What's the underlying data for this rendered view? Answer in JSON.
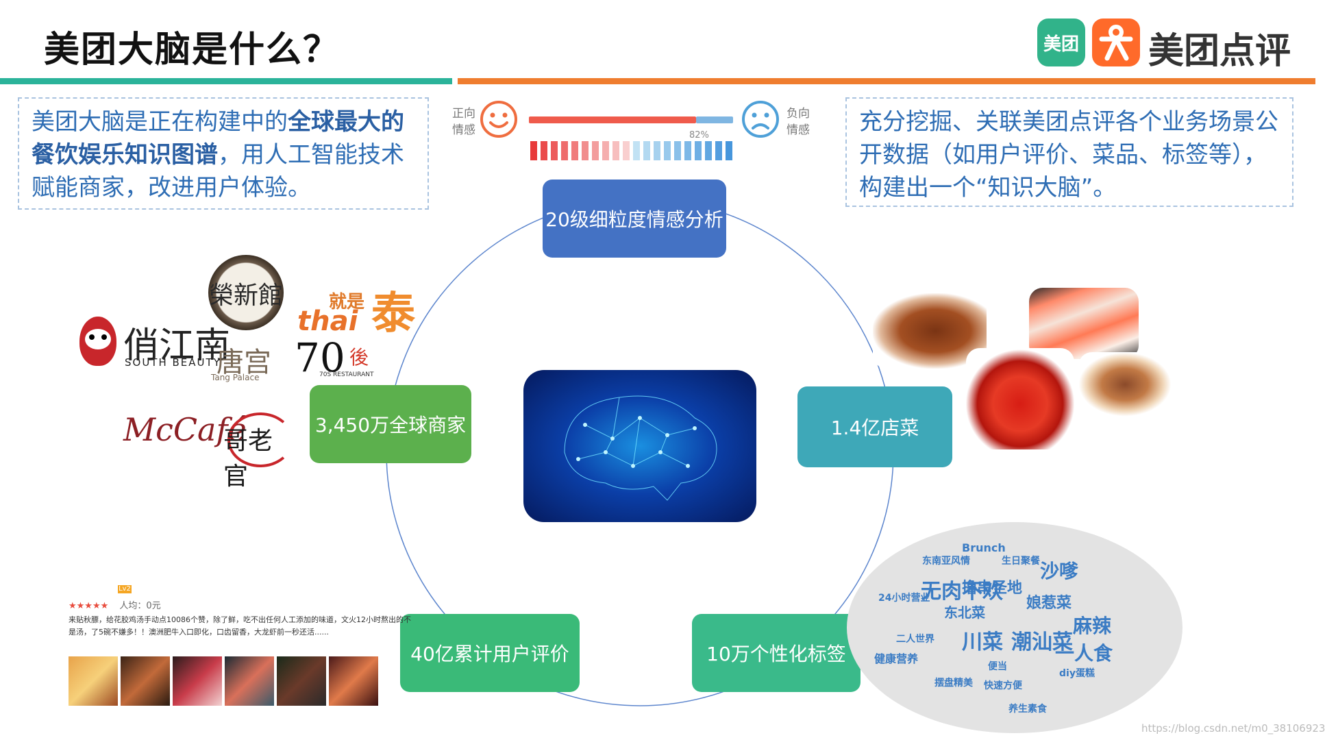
{
  "header": {
    "title": "美团大脑是什么？",
    "logo_meituan_text": "美团",
    "brand_name": "美团点评"
  },
  "left_box": {
    "text_before": "美团大脑是正在构建中的",
    "text_bold": "全球最大的餐饮娱乐知识图谱",
    "text_after": "，用人工智能技术赋能商家，改进用户体验。"
  },
  "right_box": {
    "text": "充分挖掘、关联美团点评各个业务场景公开数据（如用户评价、菜品、标签等），构建出一个“知识大脑”。"
  },
  "sentiment": {
    "positive_label_line1": "正向",
    "positive_label_line2": "情感",
    "negative_label_line1": "负向",
    "negative_label_line2": "情感",
    "percent_label": "82%",
    "positive_value": 0.82
  },
  "nodes": {
    "top": "20级细粒度情感分析",
    "left": "3,450万全球商家",
    "right": "1.4亿店菜",
    "bottom_left": "40亿累计用户评价",
    "bottom_right": "10万个性化标签"
  },
  "merchant_logos": {
    "south_beauty_cn": "俏江南",
    "south_beauty_en": "SOUTH BEAUTY",
    "sakae_cn": "榮新館",
    "just_thai_cn": "就是",
    "just_thai_en": "thai",
    "just_thai_cn2": "泰",
    "tang_palace_cn": "唐宫",
    "tang_palace_en": "Tang Palace",
    "seventies_num": "70",
    "seventies_cn": "後",
    "seventies_en": "70S RESTAURANT",
    "mccafe": "McCafé",
    "gelaoguan": "哥老官"
  },
  "review": {
    "badge": "Lv2",
    "stars": "★★★★★",
    "avg_price": "人均：0元",
    "text": "来贴秋膘，给花胶鸡汤手动点10086个赞，除了鲜，吃不出任何人工添加的味道，文火12小时熬出的不是汤，了5碗不嫌多！！澳洲肥牛入口即化，口齿留香，大龙虾前一秒还活......"
  },
  "tag_cloud": {
    "words": [
      "Brunch",
      "东南亚风情",
      "生日聚餐",
      "沙嗲",
      "无肉不欢",
      "撸串圣地",
      "娘惹菜",
      "东北菜",
      "麻辣",
      "川菜",
      "潮汕菜",
      "一人食",
      "健康营养",
      "二人世界",
      "24小时营业",
      "diy蛋糕",
      "摆盘精美",
      "快速方便",
      "养生素食",
      "便当"
    ]
  },
  "watermark": "https://blog.csdn.net/m0_38106923"
}
